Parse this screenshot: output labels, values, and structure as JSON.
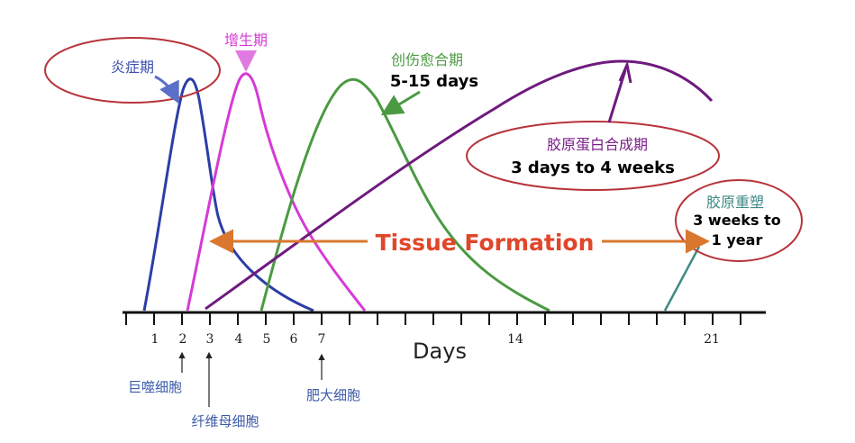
{
  "phases": {
    "inflammation": {
      "label": "炎症期",
      "color": "#3a4fae"
    },
    "proliferation": {
      "label": "增生期",
      "color": "#d63ad6"
    },
    "wound_healing": {
      "label": "创伤愈合期",
      "duration": "5-15 days",
      "color": "#4b9a42"
    },
    "collagen_synthesis": {
      "label": "胶原蛋白合成期",
      "duration": "3 days to 4 weeks",
      "color": "#7a1f87"
    },
    "collagen_remodeling": {
      "label": "胶原重塑",
      "duration_line1": "3 weeks to",
      "duration_line2": "1 year",
      "color": "#3f8a86"
    }
  },
  "tissue_formation": {
    "label": "Tissue Formation",
    "color": "#e0462a",
    "arrow_color": "#d9782e"
  },
  "axis": {
    "title": "Days",
    "tick_labels": [
      "1",
      "2",
      "3",
      "4",
      "5",
      "6",
      "7",
      "14",
      "21"
    ]
  },
  "cells": {
    "macrophage": "巨噬细胞",
    "fibroblast": "纤维母细胞",
    "mast_cell": "肥大细胞"
  },
  "colors": {
    "ellipse": "#b7333a",
    "axis": "#111111"
  }
}
